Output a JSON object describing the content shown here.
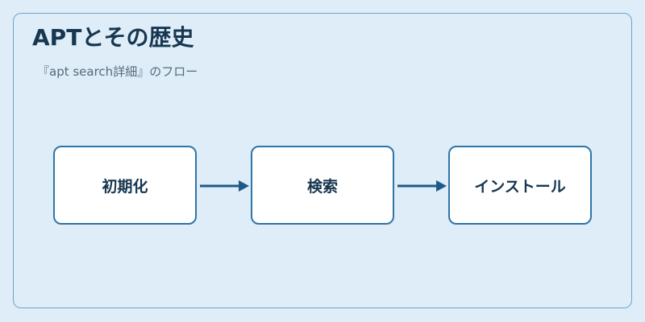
{
  "diagram": {
    "title": "APTとその歴史",
    "subtitle": "『apt search詳細』のフロー",
    "steps": [
      {
        "label": "初期化"
      },
      {
        "label": "検索"
      },
      {
        "label": "インストール"
      }
    ],
    "colors": {
      "background": "#deedf8",
      "frame_border": "#6aa6cf",
      "box_fill": "#ffffff",
      "box_border": "#2e75a8",
      "arrow": "#1f5a87",
      "title_text": "#17364f",
      "subtitle_text": "#556b7c"
    }
  }
}
